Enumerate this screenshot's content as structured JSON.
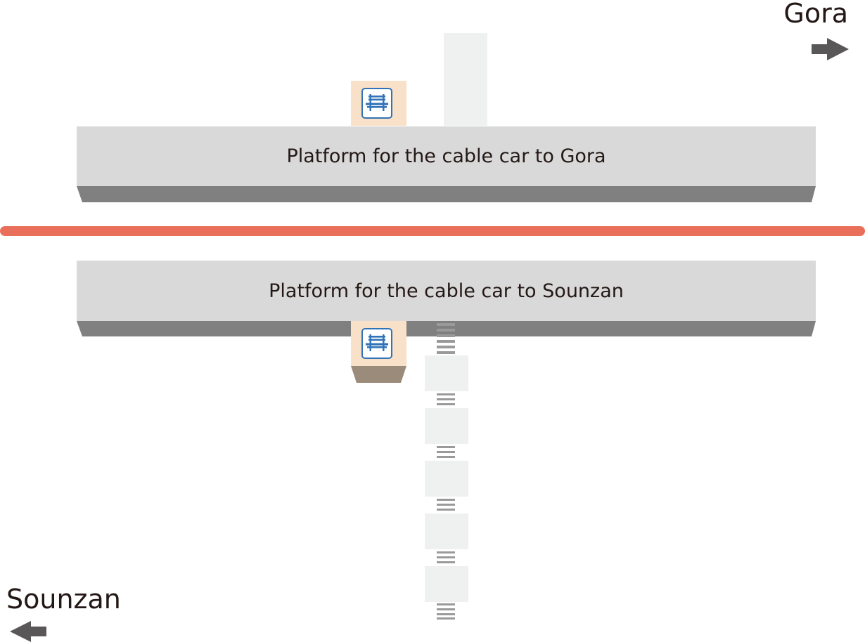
{
  "directions": {
    "gora": "Gora",
    "sounzan": "Sounzan"
  },
  "platforms": {
    "gora": "Platform for the cable car to Gora",
    "sounzan": "Platform for the cable car to Sounzan"
  },
  "icons": {
    "bench": "bench-icon",
    "arrow_right": "arrow-right-icon",
    "arrow_left": "arrow-left-icon"
  },
  "colors": {
    "rail": "#ea6f5a",
    "platform": "#d9d9d9",
    "platform_edge": "#808080",
    "bench_area": "#f9e0c8",
    "bench_icon": "#3073b8",
    "arrow": "#595757"
  }
}
